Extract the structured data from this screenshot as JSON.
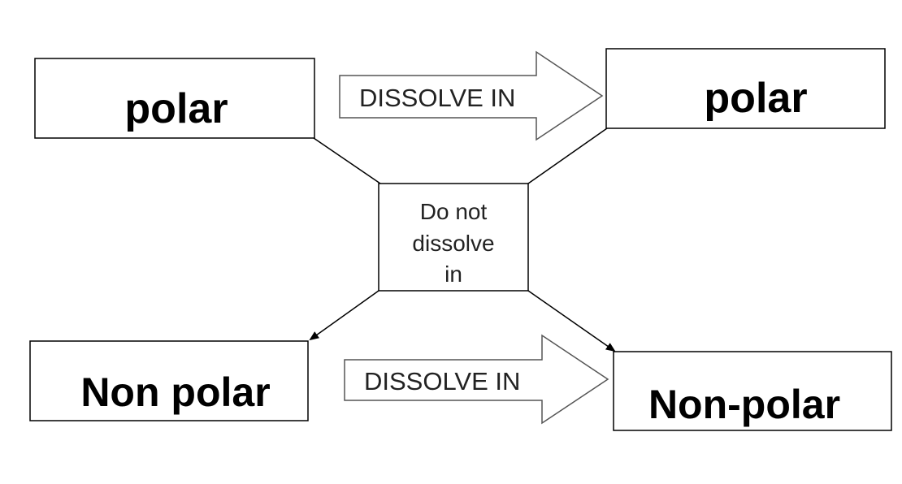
{
  "diagram": {
    "top_left": {
      "label": "polar"
    },
    "top_right": {
      "label": "polar"
    },
    "bottom_left": {
      "label": "Non polar"
    },
    "bottom_right": {
      "label": "Non-polar"
    },
    "top_arrow": {
      "label": "DISSOLVE IN"
    },
    "bottom_arrow": {
      "label": "DISSOLVE IN"
    },
    "center": {
      "lines": [
        "Do not",
        "dissolve",
        "in"
      ]
    }
  }
}
